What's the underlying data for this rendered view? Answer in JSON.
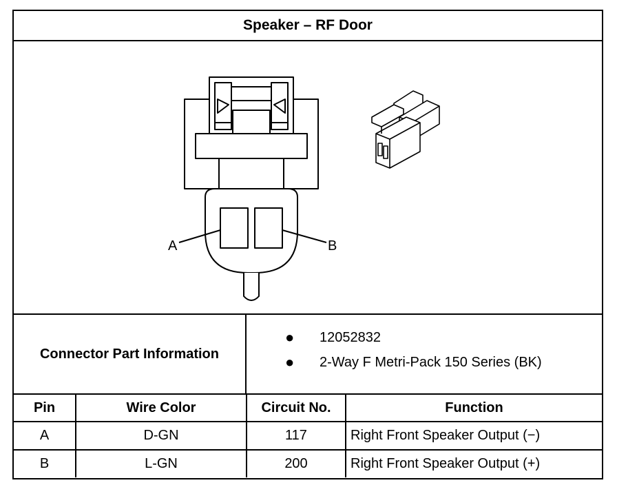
{
  "title": "Speaker – RF Door",
  "diagram": {
    "pin_label_a": "A",
    "pin_label_b": "B",
    "line_color": "#000000"
  },
  "connector_info": {
    "label": "Connector Part Information",
    "items": [
      "12052832",
      "2-Way F Metri-Pack 150 Series (BK)"
    ]
  },
  "table": {
    "headers": [
      "Pin",
      "Wire Color",
      "Circuit No.",
      "Function"
    ],
    "rows": [
      [
        "A",
        "D-GN",
        "117",
        "Right Front Speaker Output (−)"
      ],
      [
        "B",
        "L-GN",
        "200",
        "Right Front Speaker Output (+)"
      ]
    ]
  }
}
